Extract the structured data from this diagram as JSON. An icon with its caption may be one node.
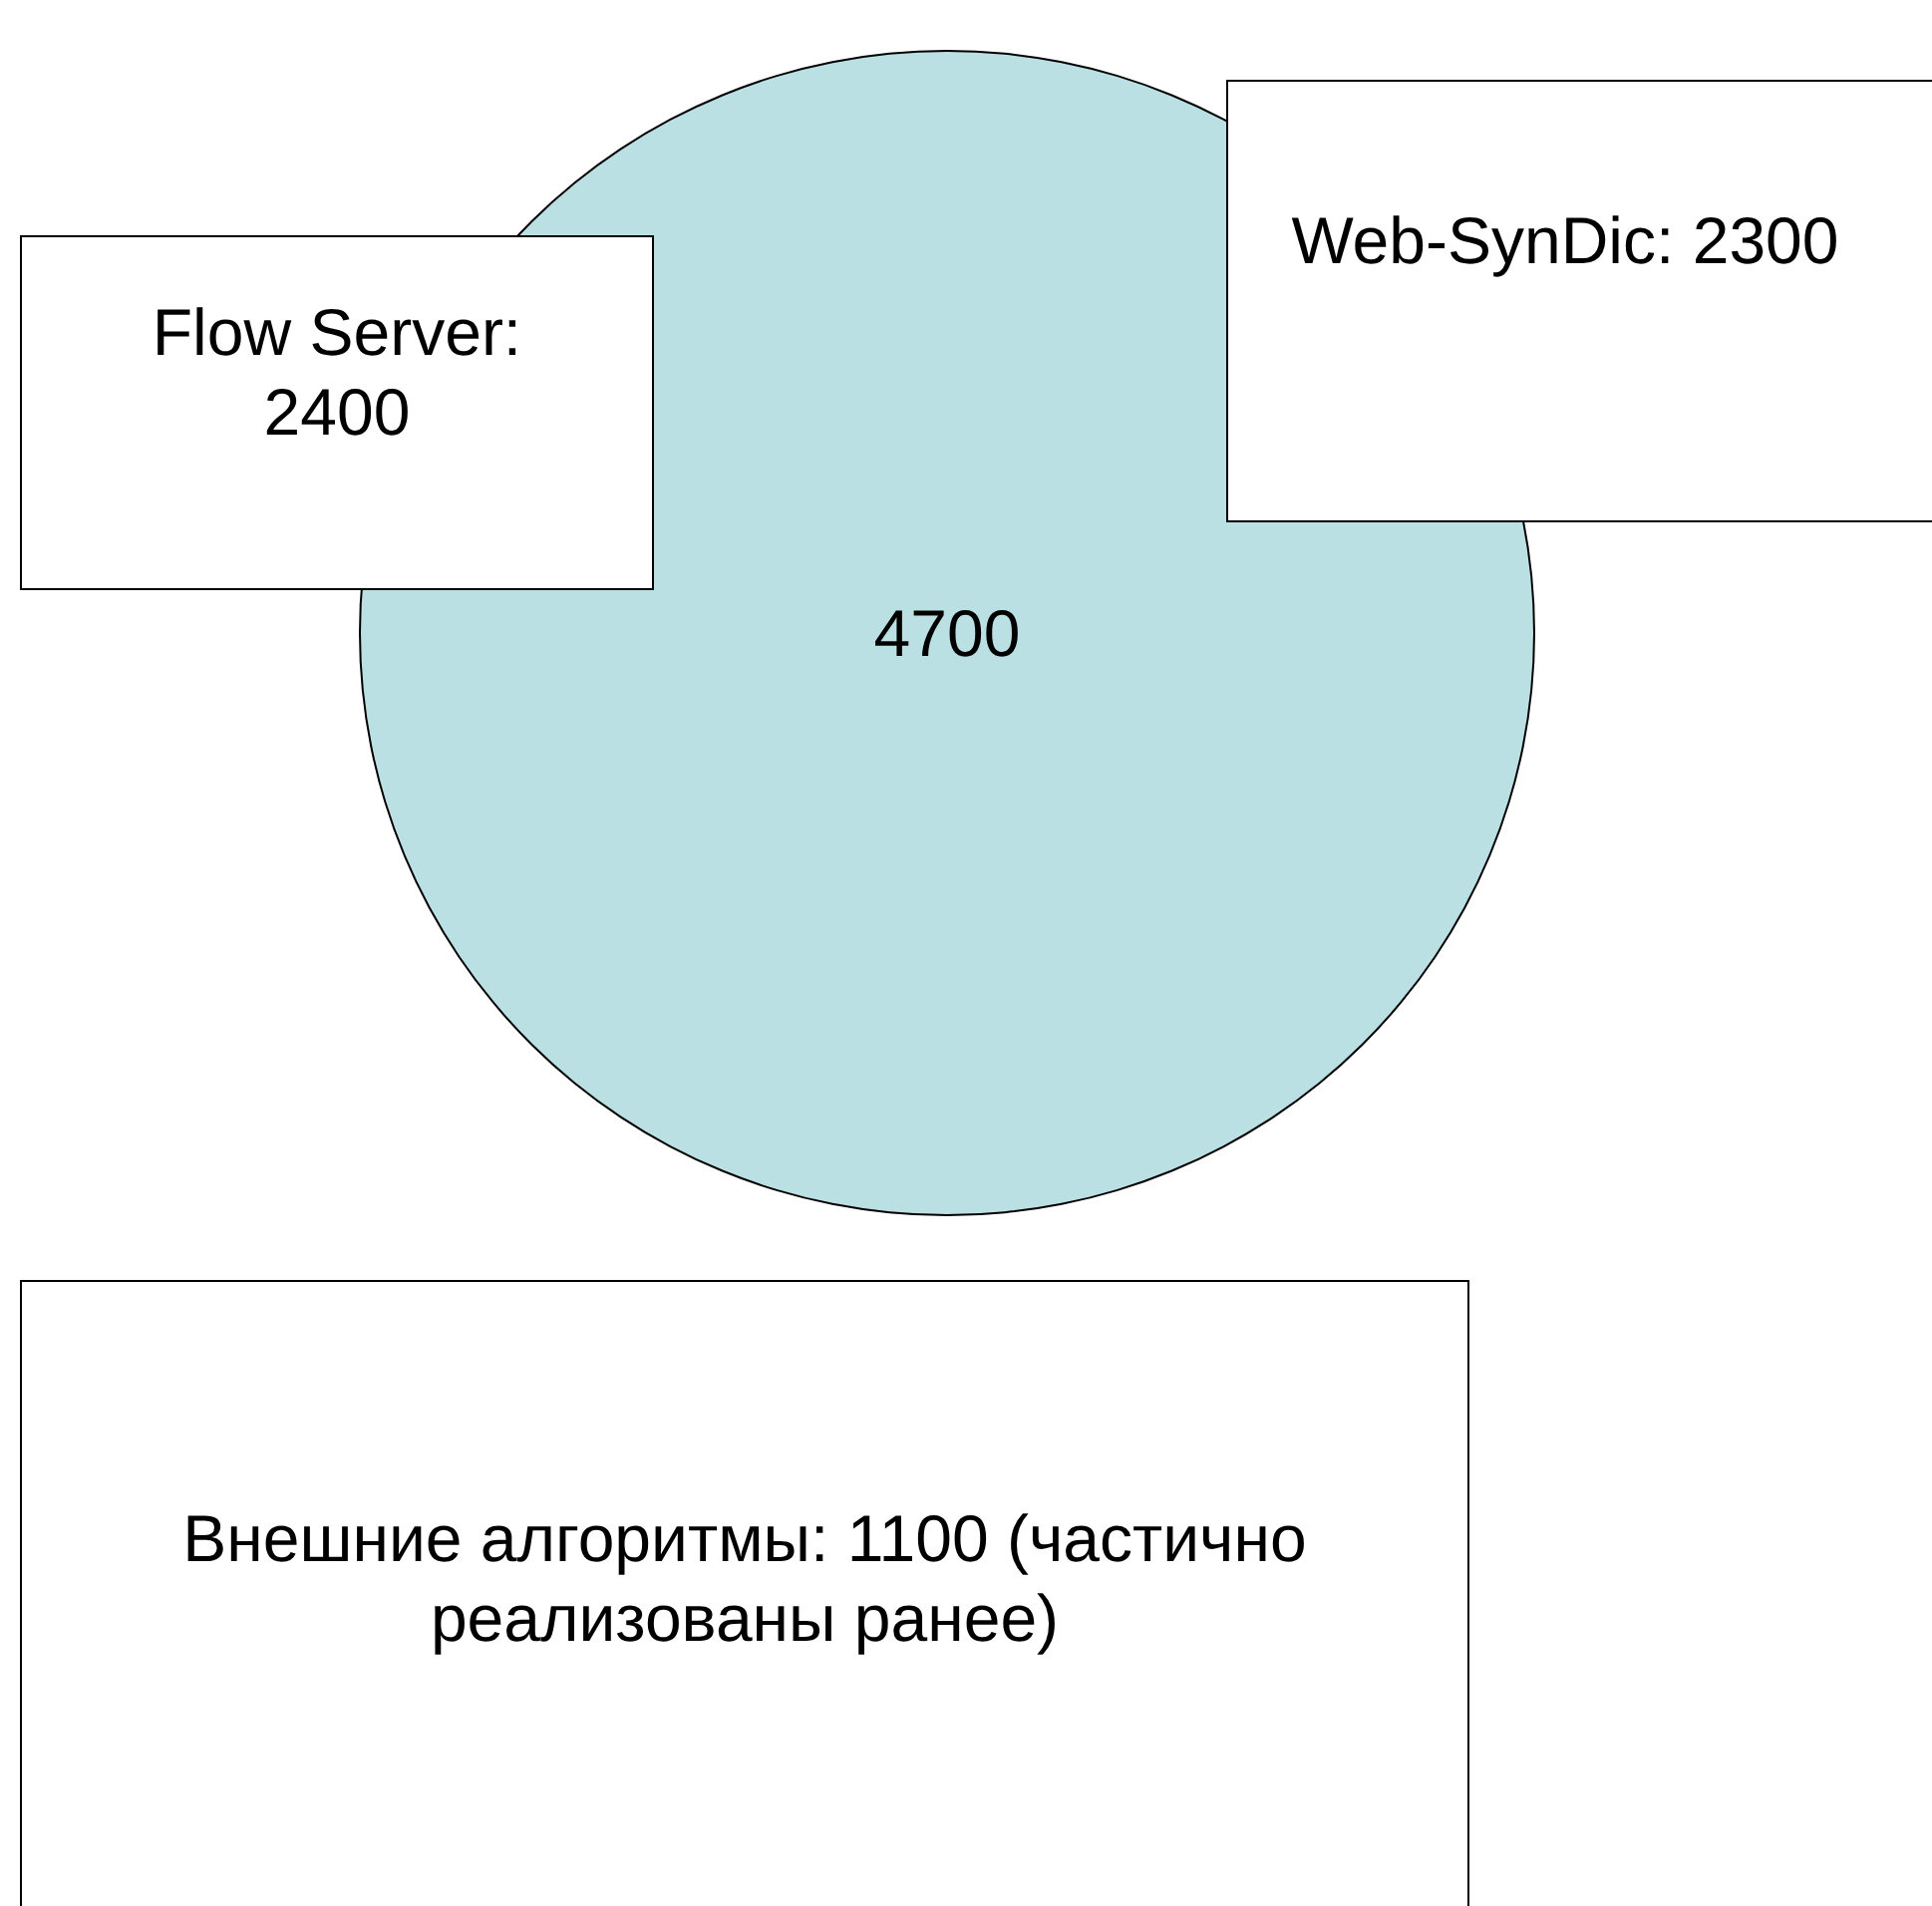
{
  "diagram": {
    "nodes": [
      {
        "text": [
          "4700"
        ]
      },
      {
        "text": [
          "Flow Server: 2400"
        ]
      },
      {
        "text": [
          "Web-SynDic: 2300"
        ]
      },
      {
        "text": [
          "Внешние алгоритмы: 1100 (частично реализованы ранее)"
        ]
      }
    ]
  }
}
